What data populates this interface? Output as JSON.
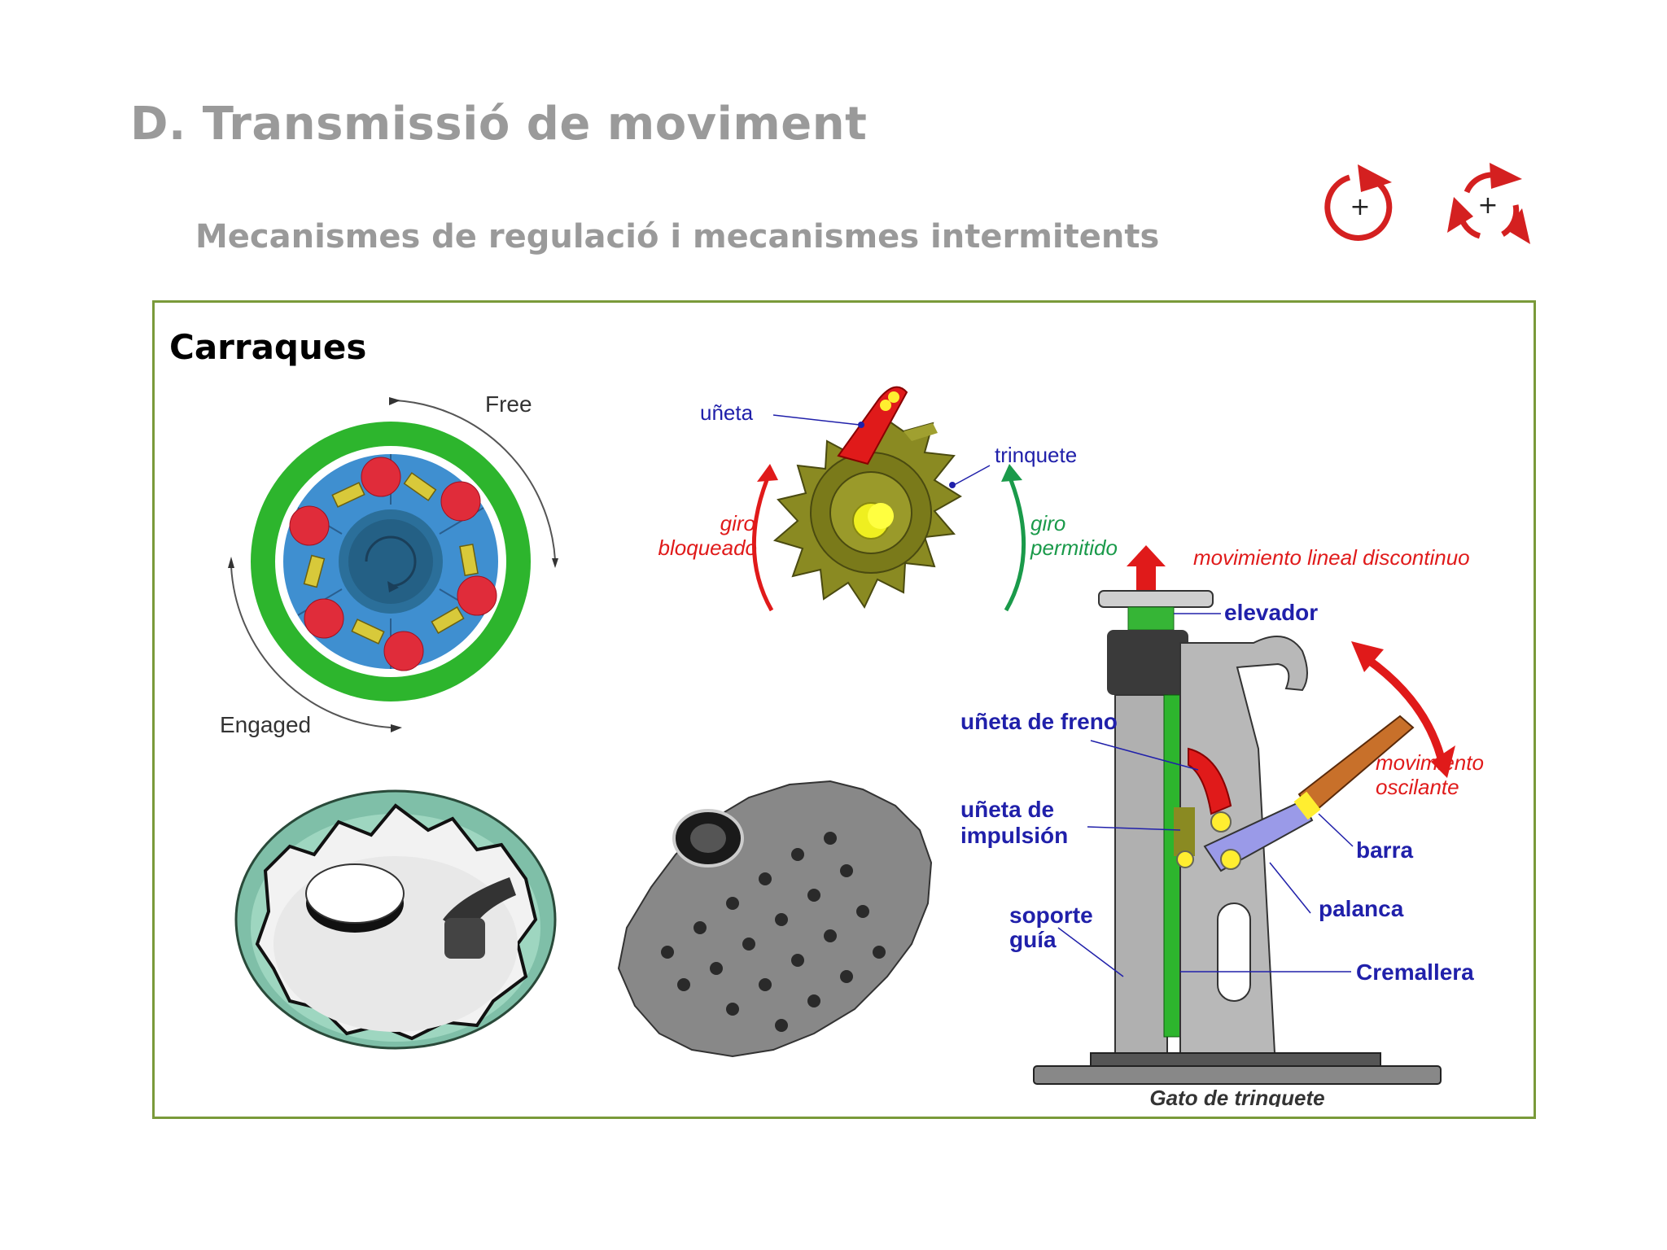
{
  "slide": {
    "title": "D. Transmissió de moviment",
    "subtitle": "Mecanismes de regulació i mecanismes intermitents",
    "section_title": "Carraques"
  },
  "icons": {
    "rotate": "rotate-plus-icon",
    "cycle": "cycle-plus-icon",
    "accent_color": "#d42020"
  },
  "freewheel": {
    "free_label": "Free",
    "engaged_label": "Engaged"
  },
  "ratchet": {
    "pawl_label": "uñeta",
    "ratchet_label": "trinquete",
    "blocked_label_1": "giro",
    "blocked_label_2": "bloqueado",
    "allowed_label_1": "giro",
    "allowed_label_2": "permitido"
  },
  "jack": {
    "linear_label": "movimiento lineal discontinuo",
    "lifter_label": "elevador",
    "brake_pawl_label": "uñeta de freno",
    "drive_pawl_label_1": "uñeta de",
    "drive_pawl_label_2": "impulsión",
    "support_label_1": "soporte",
    "support_label_2": "guía",
    "oscillating_label_1": "movimiento",
    "oscillating_label_2": "oscilante",
    "bar_label": "barra",
    "lever_label": "palanca",
    "rack_label": "Cremallera",
    "caption": "Gato de trinquete"
  }
}
